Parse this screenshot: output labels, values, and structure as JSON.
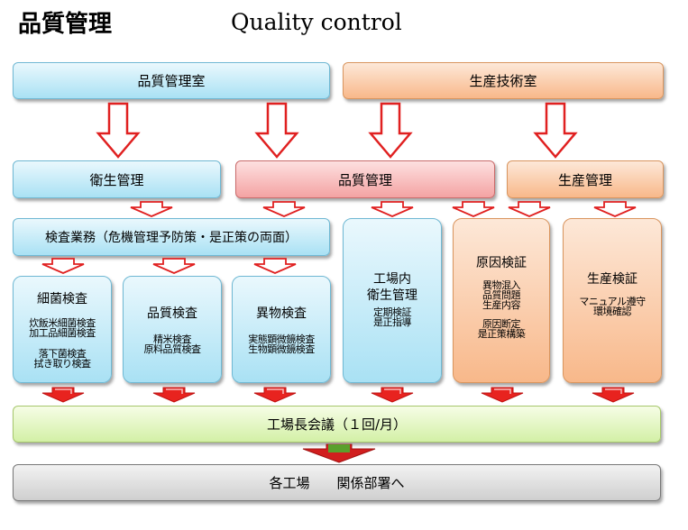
{
  "title": "品質管理",
  "subtitle": "Quality control",
  "top": {
    "qc_room": "品質管理室",
    "prod_tech_room": "生産技術室"
  },
  "mid": {
    "hygiene": "衛生管理",
    "quality": "品質管理",
    "production": "生産管理"
  },
  "inspection": "検査業務（危機管理予防策・是正策の両面）",
  "cards": {
    "bacteria": {
      "title": "細菌検査",
      "line1": "炊飯米細菌検査",
      "line2": "加工品細菌検査",
      "line3": "落下菌検査",
      "line4": "拭き取り検査"
    },
    "quality_test": {
      "title": "品質検査",
      "line1": "精米検査",
      "line2": "原料品質検査"
    },
    "foreign": {
      "title": "異物検査",
      "line1": "実態顕微鏡検査",
      "line2": "生物顕微鏡検査"
    },
    "factory_hygiene": {
      "title1": "工場内",
      "title2": "衛生管理",
      "line1": "定期検証",
      "line2": "是正指導"
    },
    "cause": {
      "title": "原因検証",
      "line1": "異物混入",
      "line2": "品質問題",
      "line3": "生産内容",
      "line4": "原因断定",
      "line5": "是正策構築"
    },
    "production_check": {
      "title": "生産検証",
      "line1": "マニュアル遵守",
      "line2": "環境確認"
    }
  },
  "meeting": "工場長会議（１回/月）",
  "final": "各工場　　関係部署へ",
  "colors": {
    "arrow_fill_top": "#ffffff",
    "arrow_fill_bottom": "#ffd0c0",
    "arrow_stroke": "#e02020",
    "arrow_solid": "#e8231f",
    "meeting_arrow": "#5aa02c"
  }
}
